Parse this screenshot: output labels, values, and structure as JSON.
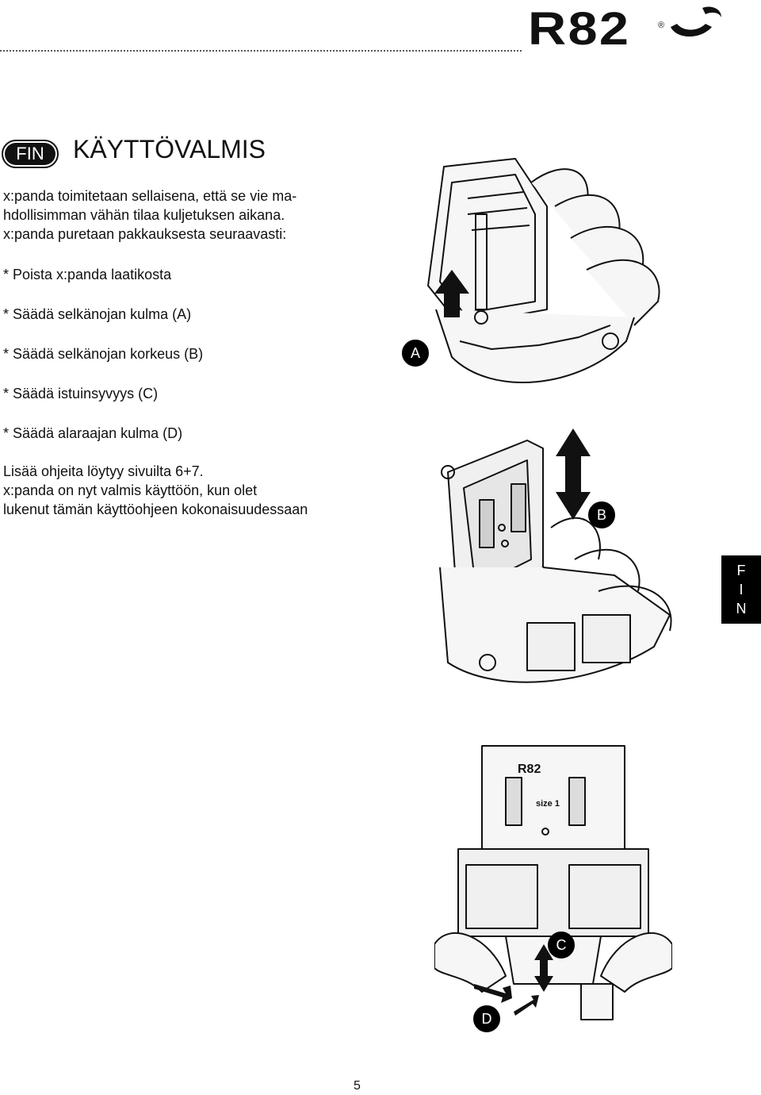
{
  "header": {
    "logo_text": "R82",
    "logo_reg": "®"
  },
  "language_badge": "FIN",
  "title": "KÄYTTÖVALMIS",
  "intro": [
    "x:panda toimitetaan sellaisena, että se vie ma-",
    "hdollisimman vähän tilaa kuljetuksen aikana.",
    "x:panda puretaan pakkauksesta seuraavasti:"
  ],
  "steps": [
    "* Poista x:panda laatikosta",
    "* Säädä selkänojan kulma (A)",
    "* Säädä selkänojan korkeus (B)",
    "* Säädä istuinsyvyys (C)",
    "* Säädä alaraajan kulma (D)"
  ],
  "outro": [
    "Lisää ohjeita löytyy sivuilta 6+7.",
    "x:panda on nyt valmis käyttöön, kun olet",
    "lukenut tämän käyttöohjeen kokonaisuudessaan"
  ],
  "side_tab": [
    "F",
    "I",
    "N"
  ],
  "figures": {
    "a_marker": "A",
    "b_marker": "B",
    "c_marker": "C",
    "d_marker": "D",
    "backrest_logo": "R82",
    "size_label": "size 1"
  },
  "page_number": "5"
}
